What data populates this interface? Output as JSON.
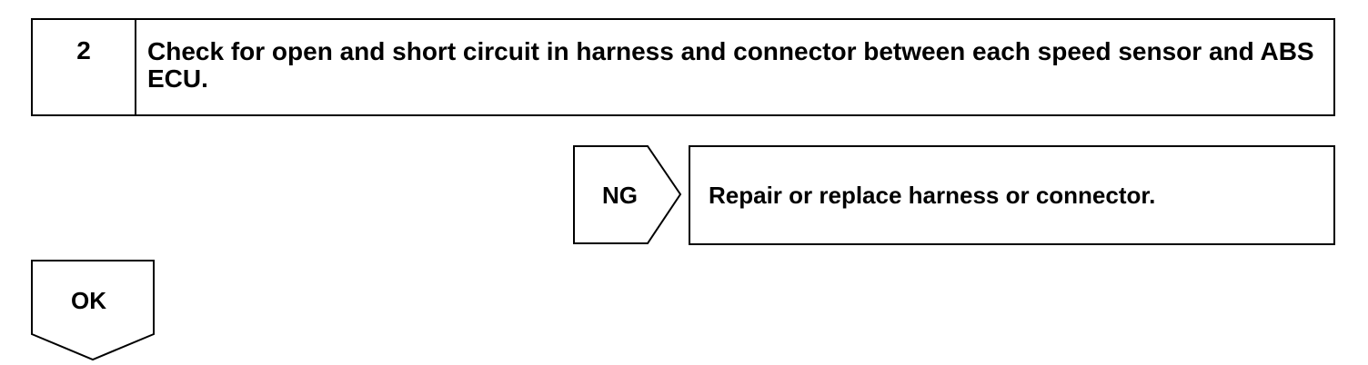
{
  "step": {
    "number": "2",
    "text": "Check for open and short circuit in harness and connector between each speed sensor and ABS ECU."
  },
  "ng_branch": {
    "label": "NG",
    "action": "Repair or replace harness or connector."
  },
  "ok_branch": {
    "label": "OK"
  }
}
